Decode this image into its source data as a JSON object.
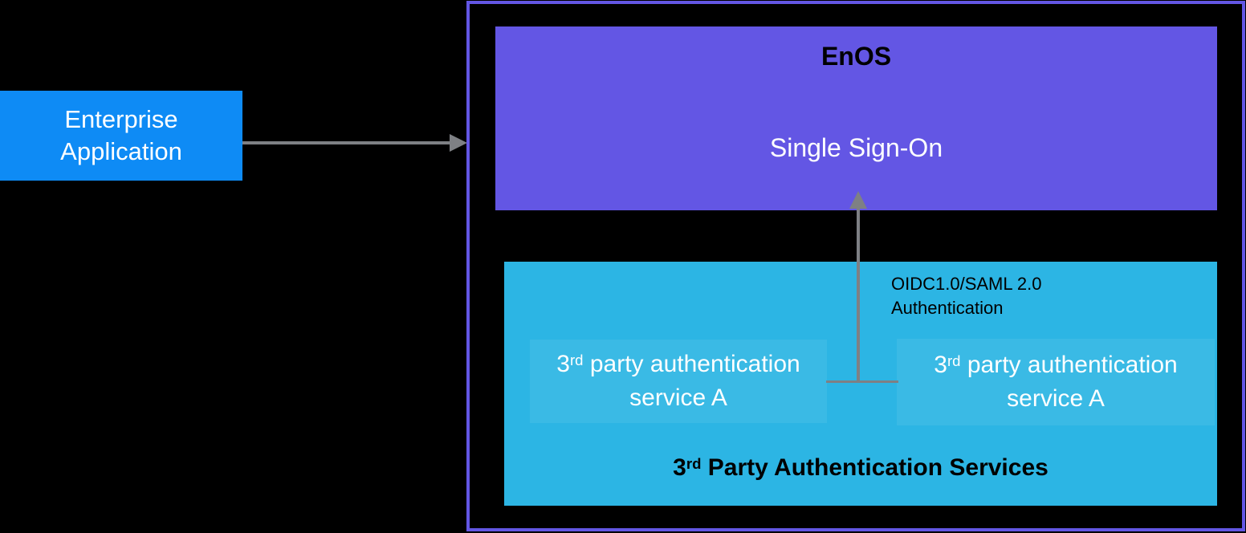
{
  "colors": {
    "canvas_bg": "#000000",
    "enterprise_blue": "#0E8BF5",
    "enos_purple": "#6356E4",
    "container_border": "#6356E4",
    "auth_cyan": "#2CB5E4",
    "service_tile": "rgba(255,255,255,0.07)",
    "arrow_gray": "#7E8084",
    "text_white": "#FFFFFF",
    "text_black": "#000000"
  },
  "enterprise_app": {
    "line1": "Enterprise",
    "line2": "Application"
  },
  "enos": {
    "title": "EnOS",
    "sso_label": "Single Sign-On"
  },
  "auth": {
    "oidc_label_line1": "OIDC1.0/SAML 2.0",
    "oidc_label_line2": "Authentication",
    "services": [
      {
        "num": "3",
        "sup": "rd",
        "line1_rest": " party authentication",
        "line2": "service A"
      },
      {
        "num": "3",
        "sup": "rd",
        "line1_rest": " party authentication",
        "line2": "service A"
      }
    ],
    "title": {
      "num": "3",
      "sup": "rd",
      "rest": " Party Authentication Services"
    }
  }
}
